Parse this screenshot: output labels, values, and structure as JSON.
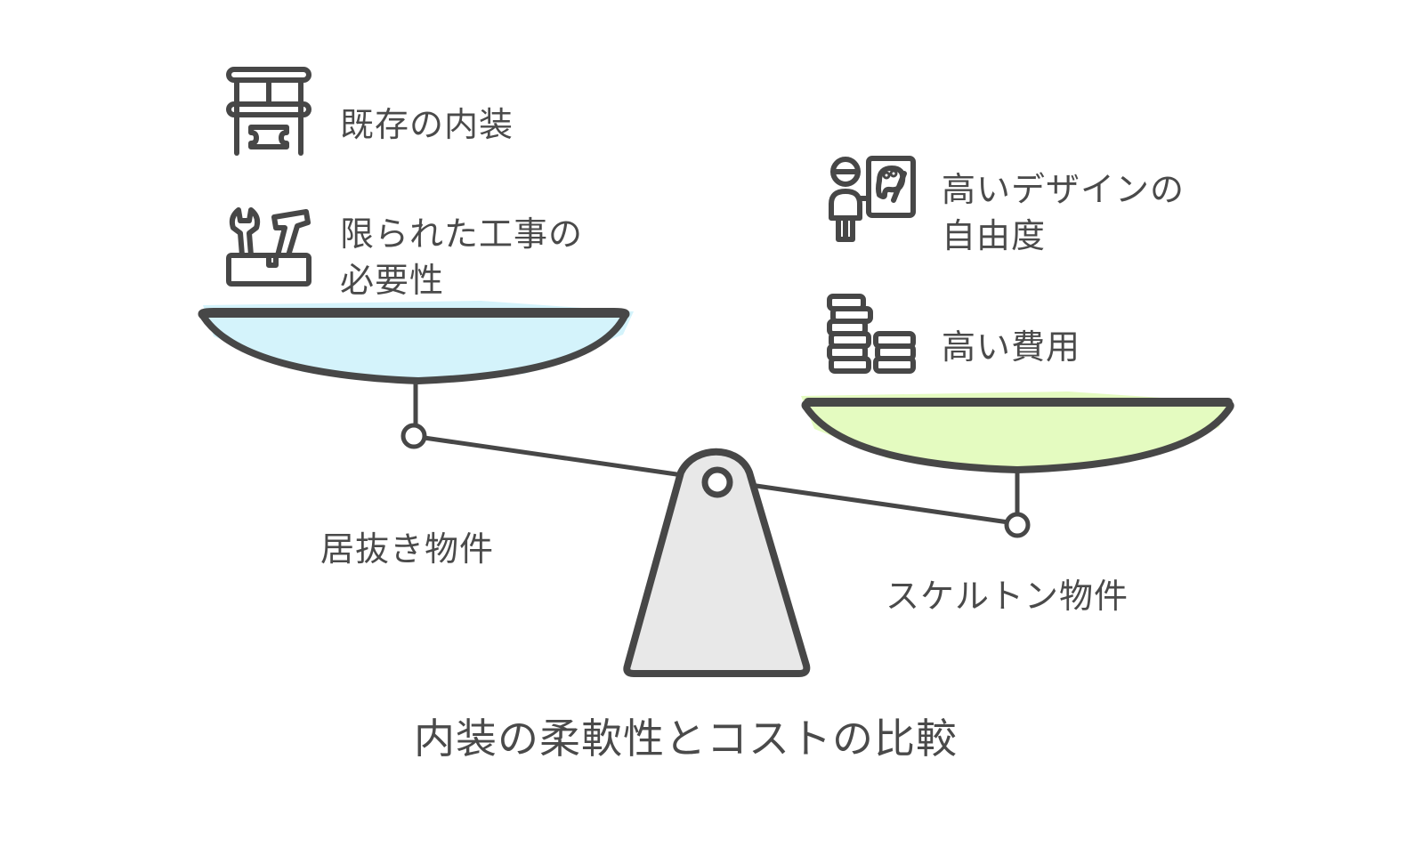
{
  "diagram": {
    "title": "内装の柔軟性とコストの比較",
    "left_pan": {
      "label": "居抜き物件",
      "fill_color": "#d4f3fb",
      "items": [
        {
          "text": "既存の内装",
          "icon": "building-icon"
        },
        {
          "text_line1": "限られた工事の",
          "text_line2": "必要性",
          "icon": "toolbox-icon"
        }
      ]
    },
    "right_pan": {
      "label": "スケルトン物件",
      "fill_color": "#e4fbc0",
      "items": [
        {
          "text_line1": "高いデザインの",
          "text_line2": "自由度",
          "icon": "designer-easel-icon"
        },
        {
          "text": "高い費用",
          "icon": "coin-stack-icon"
        }
      ]
    },
    "colors": {
      "stroke": "#474747",
      "fulcrum": "#e8e8e8"
    }
  }
}
